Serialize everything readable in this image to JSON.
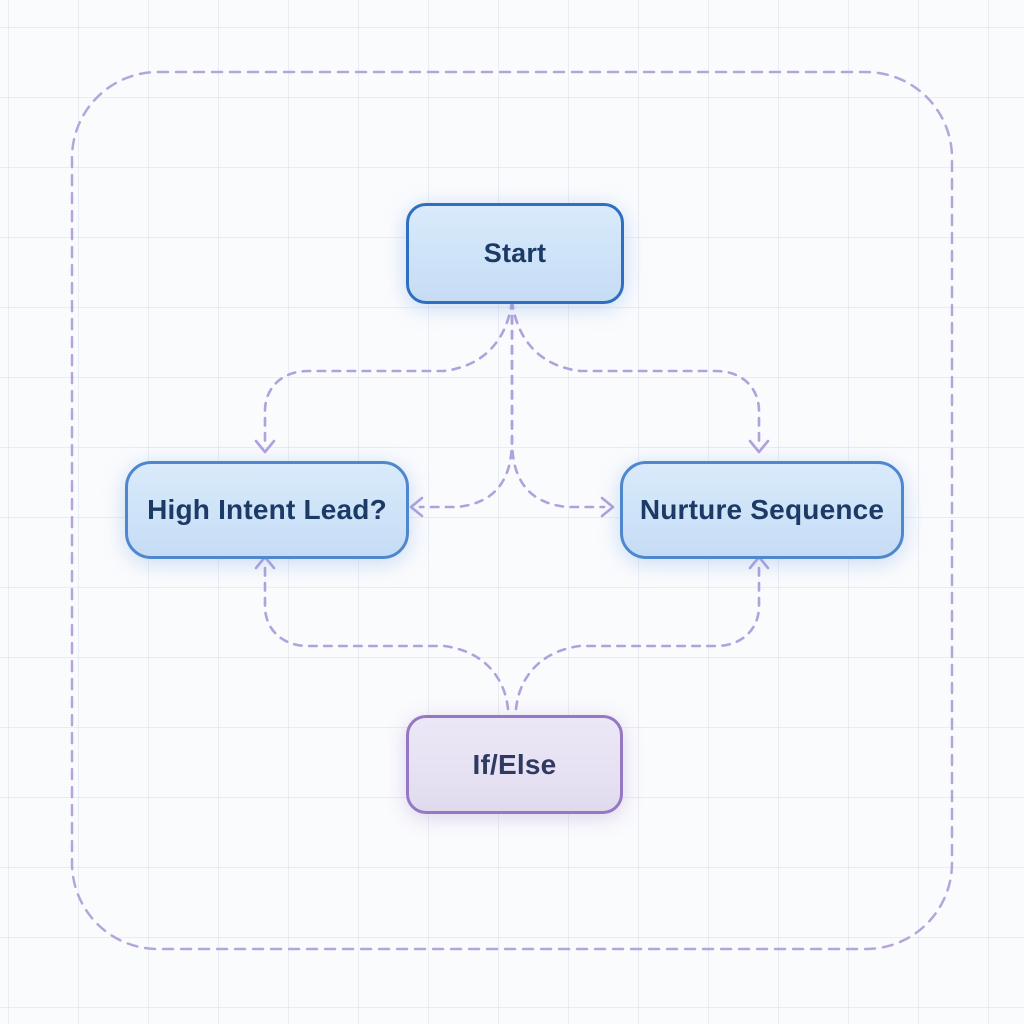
{
  "colors": {
    "canvas_bg": "#fafbfd",
    "grid_line": "rgba(208,210,226,0.38)",
    "container_border": "#b4a5dc",
    "connector": "#b1a1dd",
    "node_blue_fill": "#cee3f8",
    "node_blue_border": "#4f87cf",
    "node_blue_border_strong": "#2e6fc0",
    "node_text": "#1c3a66",
    "node_purple_fill": "#e7e2f3",
    "node_purple_border": "#9577c4",
    "node_purple_text": "#2f3a63"
  },
  "diagram": {
    "nodes": [
      {
        "id": "start",
        "label": "Start"
      },
      {
        "id": "high-intent-lead",
        "label": "High Intent Lead?"
      },
      {
        "id": "nurture-sequence",
        "label": "Nurture Sequence"
      },
      {
        "id": "if-else",
        "label": "If/Else"
      }
    ],
    "edges": [
      {
        "from": "start",
        "to": "high-intent-lead",
        "enters": "top"
      },
      {
        "from": "start",
        "to": "nurture-sequence",
        "enters": "top"
      },
      {
        "from": "start",
        "to": "high-intent-lead",
        "enters": "right"
      },
      {
        "from": "start",
        "to": "nurture-sequence",
        "enters": "left"
      },
      {
        "from": "if-else",
        "to": "high-intent-lead",
        "enters": "bottom"
      },
      {
        "from": "if-else",
        "to": "nurture-sequence",
        "enters": "bottom"
      }
    ]
  }
}
